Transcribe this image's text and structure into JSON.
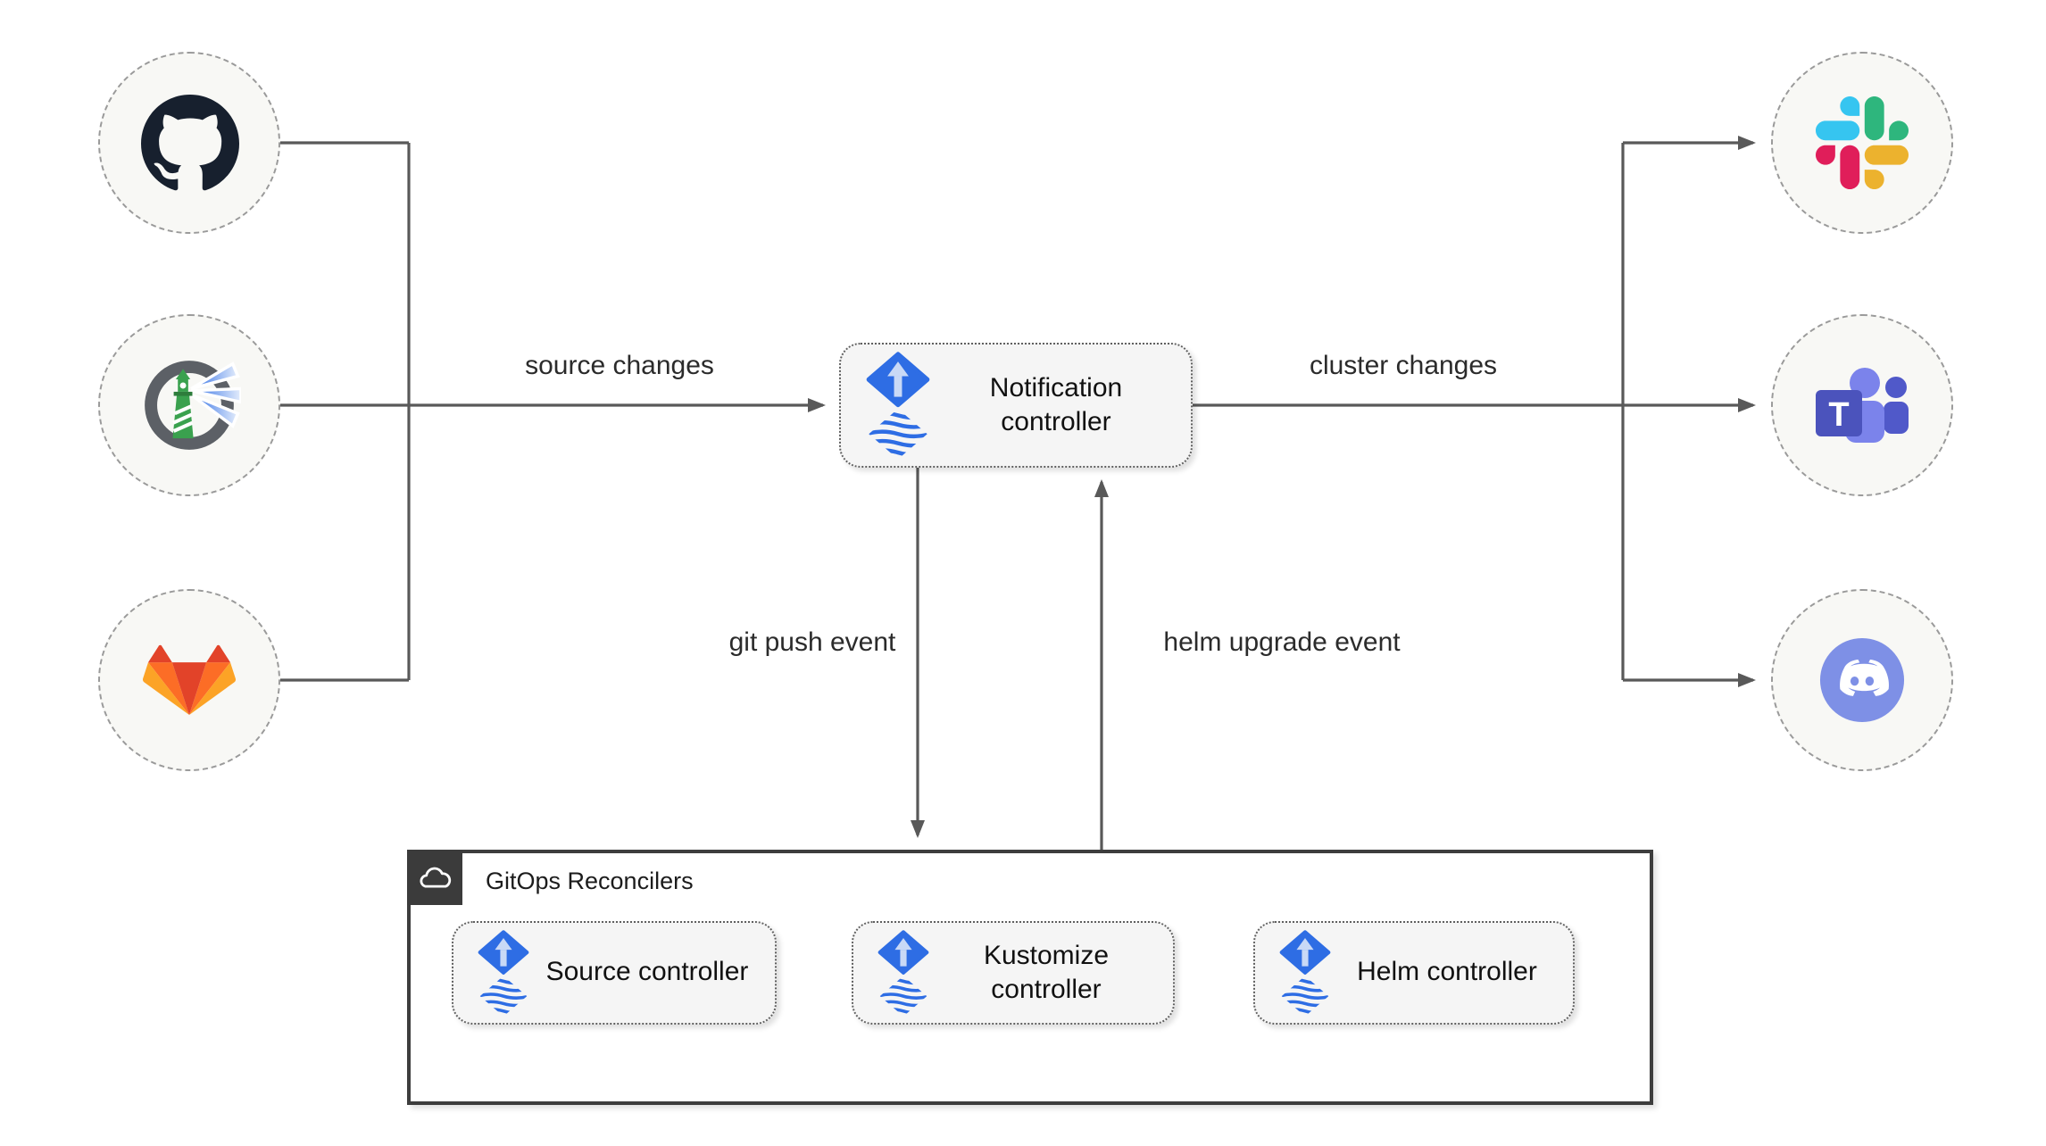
{
  "nodes": {
    "notification": "Notification controller",
    "source": "Source controller",
    "kustomize": "Kustomize controller",
    "helm": "Helm controller"
  },
  "edge_labels": {
    "source_changes": "source changes",
    "cluster_changes": "cluster changes",
    "git_push_event": "git push event",
    "helm_upgrade_event": "helm upgrade event"
  },
  "group": {
    "title": "GitOps Reconcilers"
  },
  "icons": {
    "left_endpoints": [
      "github-icon",
      "harbor-icon",
      "gitlab-icon"
    ],
    "right_endpoints": [
      "slack-icon",
      "teams-icon",
      "discord-icon"
    ],
    "node_icon": "flux-icon",
    "group_icon": "cloud-icon",
    "teams_letter": "T"
  },
  "colors": {
    "connector": "#595959",
    "node_fill": "#f5f5f5",
    "node_border": "#5f5f5f",
    "endpoint_fill": "#f8f8f5",
    "endpoint_border": "#9a9a9a",
    "group_border": "#3d3d3d",
    "group_header_bg": "#3b3b3b",
    "flux_blue": "#2e6de4",
    "github_dark": "#17202e",
    "gitlab_red": "#e24329",
    "gitlab_orange": "#fc6d26",
    "gitlab_yellow": "#fca326",
    "slack_blue": "#36c5f0",
    "slack_green": "#2eb67d",
    "slack_yellow": "#ecb22e",
    "slack_pink": "#e01e5a",
    "teams_purple": "#4b53bc",
    "discord_blurple": "#7e90e6",
    "harbor_green": "#3aa14e",
    "text": "#232323"
  }
}
